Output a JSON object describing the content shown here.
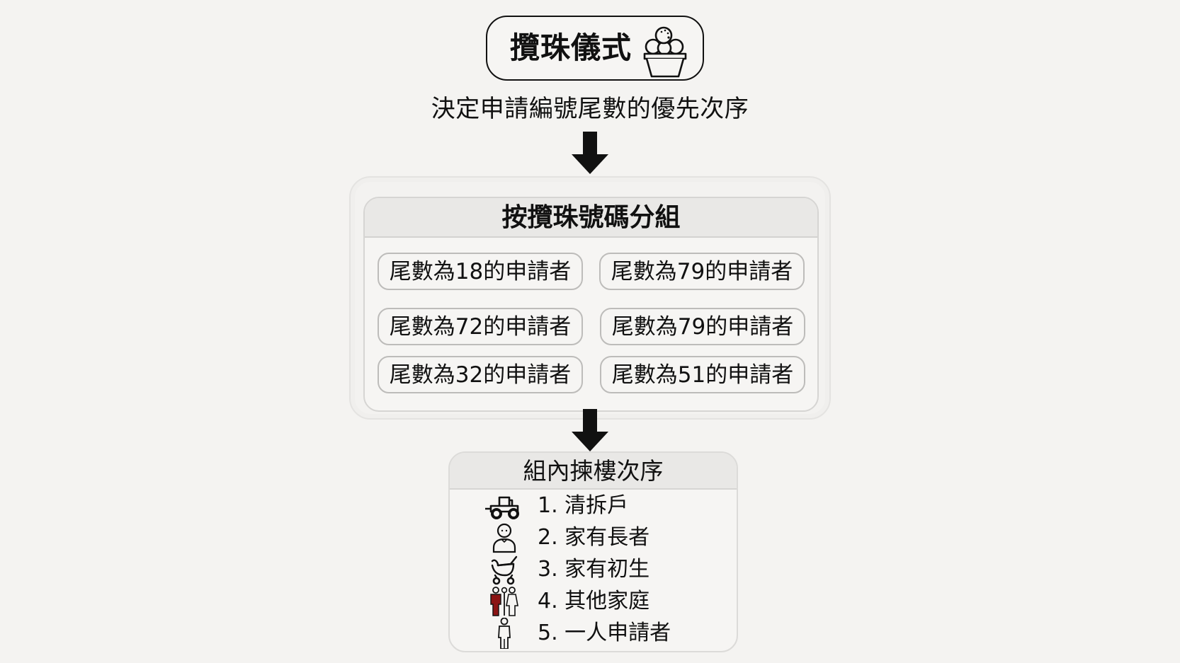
{
  "title": {
    "label": "攬珠儀式",
    "icon": "bowl-of-balls-icon"
  },
  "subtitle": "決定申請編號尾數的優先次序",
  "arrows": [
    "arrow-down-icon",
    "arrow-down-icon"
  ],
  "grouping": {
    "header": "按攬珠號碼分組",
    "groups": [
      {
        "label": "尾數為18的申請者",
        "digits": "18"
      },
      {
        "label": "尾數為79的申請者",
        "digits": "79"
      },
      {
        "label": "尾數為72的申請者",
        "digits": "72"
      },
      {
        "label": "尾數為79的申請者",
        "digits": "79"
      },
      {
        "label": "尾數為32的申請者",
        "digits": "32"
      },
      {
        "label": "尾數為51的申請者",
        "digits": "51"
      }
    ]
  },
  "order": {
    "header": "組內揀樓次序",
    "items": [
      {
        "label": "1. 清拆戶",
        "icon": "bulldozer-icon"
      },
      {
        "label": "2. 家有長者",
        "icon": "elderly-person-icon"
      },
      {
        "label": "3. 家有初生",
        "icon": "baby-stroller-icon"
      },
      {
        "label": "4. 其他家庭",
        "icon": "family-icon"
      },
      {
        "label": "5. 一人申請者",
        "icon": "single-person-icon"
      }
    ]
  },
  "colors": {
    "background": "#f4f3f1",
    "text": "#111111",
    "accent_family": "#8b1414",
    "border_light": "#d6d5d3"
  }
}
